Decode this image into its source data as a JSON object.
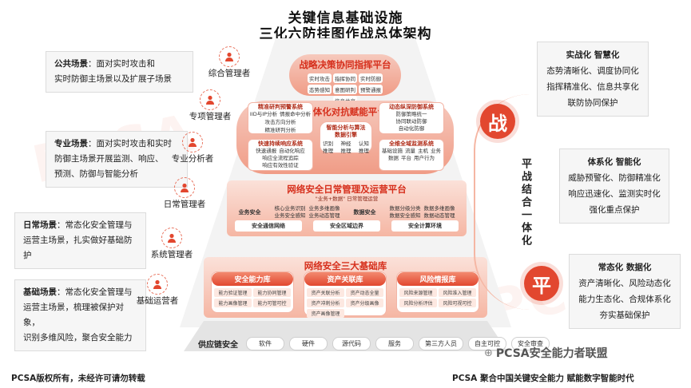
{
  "title": {
    "line1": "关键信息基础设施",
    "line2": "三化六防挂图作战总体架构"
  },
  "watermark": "PCSA",
  "left_scenarios": [
    {
      "head": "公共场景",
      "text": "：面对实时攻击和\n实时防御主场景以及扩展子场景"
    },
    {
      "head": "专业场景",
      "text": "：面对实时攻击和实时\n防御主场景开展监测、响应、\n预测、防御与智能分析"
    },
    {
      "head": "日常场景",
      "text": "：常态化安全管理与\n运营主场景，扎实做好基础防护"
    },
    {
      "head": "基础场景",
      "text": "：常态化安全管理与\n运营主场景，梳理被保护对象，\n识别多维风险，聚合安全能力"
    }
  ],
  "roles": [
    "综合管理者",
    "专项管理者",
    "专业分析者",
    "日常管理者",
    "系统管理者",
    "基础运营者"
  ],
  "right": {
    "zhan_char": "战",
    "ping_char": "平",
    "vertical_text": "平战结合一体化",
    "boxes": [
      {
        "head": "实战化  智慧化",
        "lines": [
          "态势清晰化、调度协同化",
          "指挥精准化、信息共享化",
          "联防协同保护"
        ]
      },
      {
        "head": "体系化  智能化",
        "lines": [
          "威胁预警化、防御精准化",
          "响应迅速化、监测实时化",
          "强化重点保护"
        ]
      },
      {
        "head": "常态化  数据化",
        "lines": [
          "资产清晰化、风险动态化",
          "能力生态化、合规体系化",
          "夯实基础保护"
        ]
      }
    ]
  },
  "center": {
    "command": {
      "title": "战略决策协同指挥平台",
      "items": [
        "实时攻击",
        "指挥协同",
        "实时防御",
        "态势感知",
        "意图研判",
        "预警通报",
        "信息共享"
      ]
    },
    "integration": {
      "title": "一体化对抗赋能平台",
      "core_title": "智能分析与算法\n数据引擎",
      "core_items": [
        "识别推理",
        "神经推理",
        "认知推理"
      ],
      "systems": [
        {
          "name": "精准研判预警系统",
          "items": [
            "IID与IP分析",
            "情报命中分析",
            "攻击方向分析",
            "精准研判分析"
          ]
        },
        {
          "name": "动态纵深防御系统",
          "items": [
            "防御策略统一",
            "协同联动防御",
            "自动化防御"
          ]
        },
        {
          "name": "快速持续响应系统",
          "items": [
            "快速通报",
            "自动化响应",
            "响应全流程追踪",
            "响应有效性验证"
          ]
        },
        {
          "name": "全维全域监测系统",
          "items": [
            "基础设施",
            "流量",
            "主机",
            "业务",
            "数据",
            "平台",
            "用户行为"
          ]
        }
      ]
    },
    "daily": {
      "title": "网络安全日常管理及运营平台",
      "subtitle": "\"业务+数据\" 日常管理运营",
      "left_label": "业务安全",
      "left_items": [
        "核心业务识别",
        "业务多维画像",
        "业务安全感知",
        "业务动态管理"
      ],
      "right_label": "数据安全",
      "right_items": [
        "数据分级分类",
        "数据多维画像",
        "数据安全感知",
        "数据动态管理"
      ],
      "buttons": [
        "安全通信网络",
        "安全区域边界",
        "安全计算环境"
      ]
    },
    "libraries": {
      "title": "网络安全三大基础库",
      "libs": [
        {
          "name": "安全能力库",
          "chips": [
            "能力验证管理",
            "能力协同管理",
            "能力画像管理",
            "能力可管可控"
          ]
        },
        {
          "name": "资产关联库",
          "chips": [
            "资产关联分析",
            "资产动态全量",
            "资产冲刺分析",
            "资产分级画像",
            "资产画像管理"
          ]
        },
        {
          "name": "风险情报库",
          "chips": [
            "风险来源管理",
            "风险准入管理",
            "风险分析评估",
            "风险可视可控"
          ]
        }
      ]
    },
    "supply": {
      "label": "供应链安全",
      "items": [
        "软件",
        "硬件",
        "源代码",
        "服务",
        "第三方人员",
        "自主可控",
        "安全审查"
      ]
    }
  },
  "footer": {
    "left": "PCSA版权所有，未经许可请勿转载",
    "brand": "PCSA安全能力者联盟",
    "right": "PCSA 聚合中国关键安全能力   赋能数字智能时代"
  }
}
